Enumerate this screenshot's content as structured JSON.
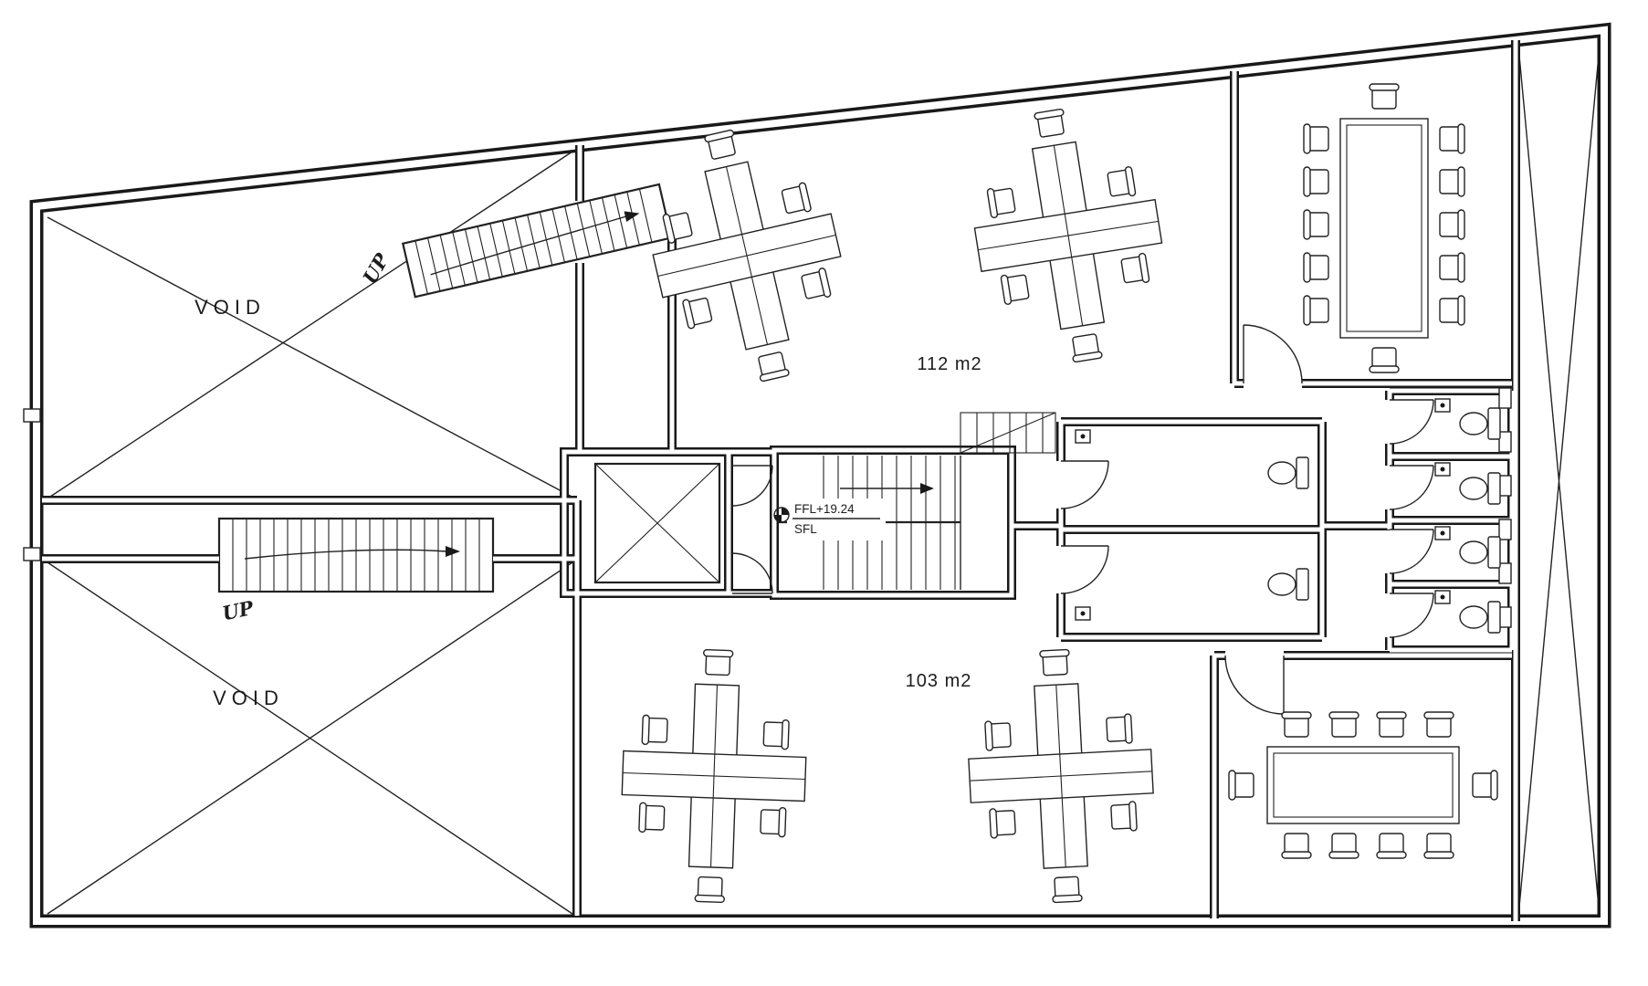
{
  "colors": {
    "ink": "#1c1c1c",
    "paper": "#ffffff"
  },
  "rooms": {
    "void_upper": {
      "label": "VOID"
    },
    "void_lower": {
      "label": "VOID"
    },
    "office_upper": {
      "area_label": "112 m2"
    },
    "office_lower": {
      "area_label": "103 m2"
    }
  },
  "stairs": {
    "upper": {
      "direction_label": "UP"
    },
    "lower": {
      "direction_label": "UP"
    }
  },
  "levels": {
    "ffl_label": "FFL+19.24",
    "sfl_label": "SFL"
  }
}
